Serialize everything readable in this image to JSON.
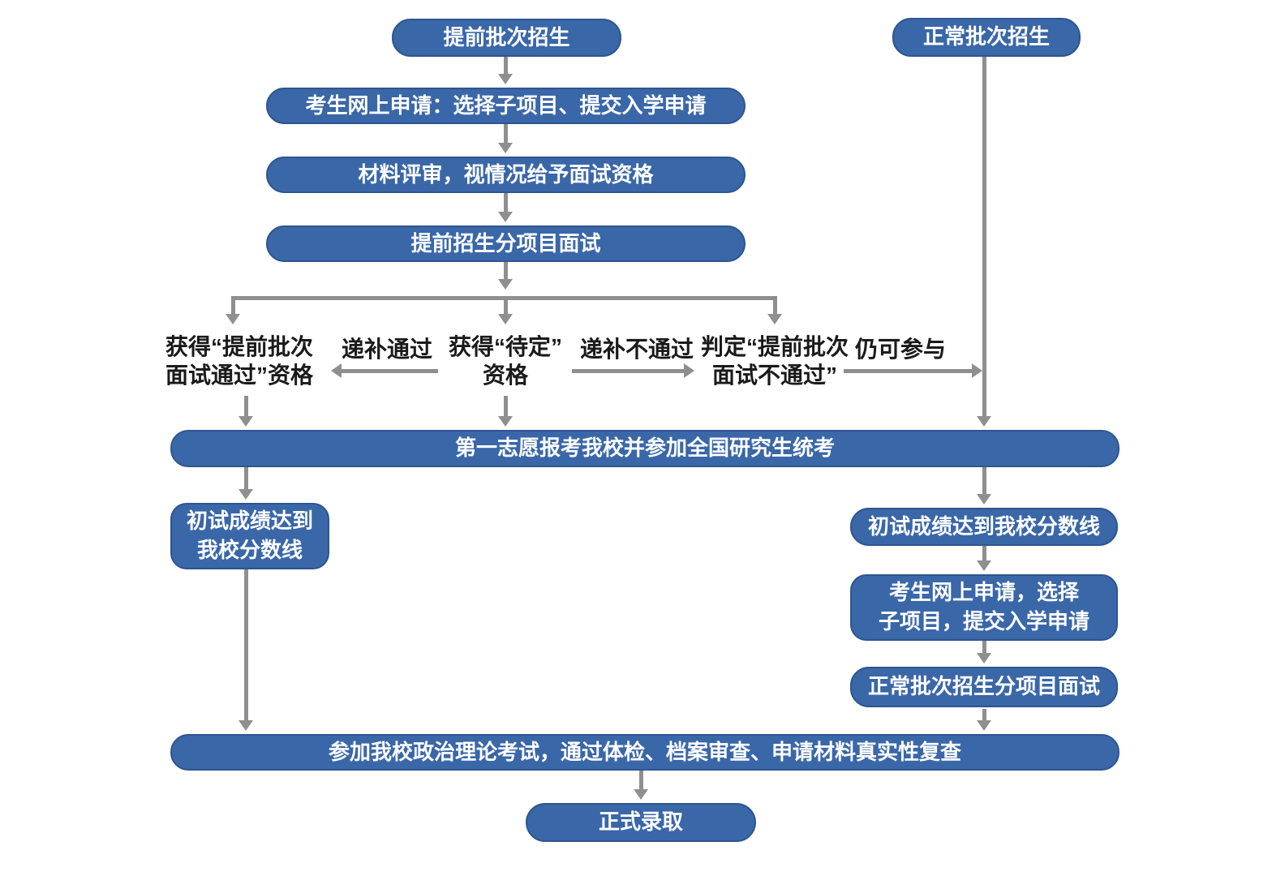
{
  "diagram": {
    "nodes": {
      "early_batch": "提前批次招生",
      "normal_batch": "正常批次招生",
      "apply_early": "考生网上申请：选择子项目、提交入学申请",
      "material_review": "材料评审，视情况给予面试资格",
      "early_interview": "提前招生分项目面试",
      "first_choice": "第一志愿报考我校并参加全国研究生统考",
      "score_left_line1": "初试成绩达到",
      "score_left_line2": "我校分数线",
      "score_right": "初试成绩达到我校分数线",
      "apply_normal_line1": "考生网上申请，选择",
      "apply_normal_line2": "子项目，提交入学申请",
      "normal_interview": "正常批次招生分项目面试",
      "politics_check": "参加我校政治理论考试，通过体检、档案审查、申请材料真实性复查",
      "final_admission": "正式录取"
    },
    "branch_labels": {
      "pass_line1": "获得“提前批次",
      "pass_line2": "面试通过”资格",
      "waitlist_pass": "递补通过",
      "pending_line1": "获得“待定”",
      "pending_line2": "资格",
      "waitlist_fail": "递补不通过",
      "fail_line1": "判定“提前批次",
      "fail_line2": "面试不通过”",
      "still_participate": "仍可参与"
    },
    "colors": {
      "node_fill": "#3A67A8",
      "node_border": "#2E5590",
      "node_text": "#FFFFFF",
      "arrow_gray": "#8F8F8F",
      "label_text": "#1A1A1A",
      "background": "#FFFFFF"
    }
  }
}
